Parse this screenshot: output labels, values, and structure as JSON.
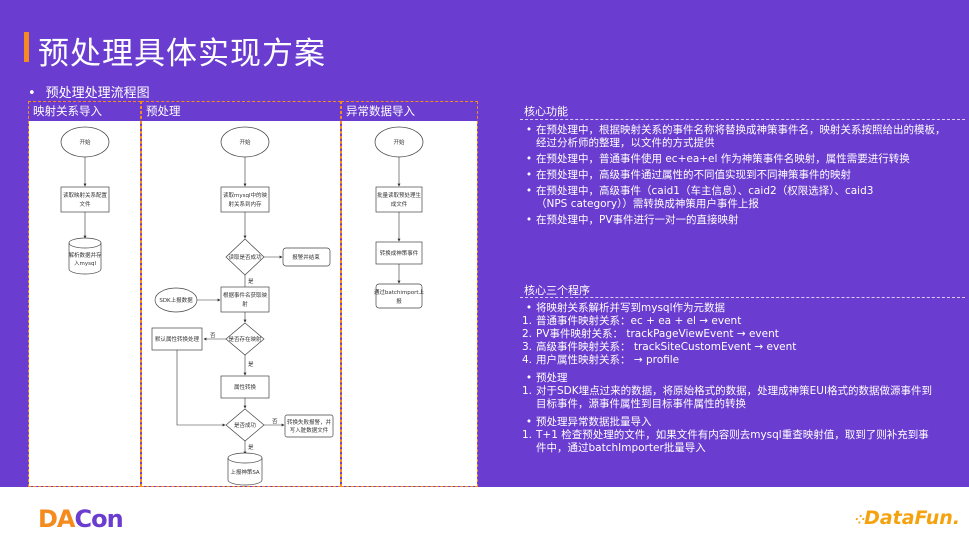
{
  "title": "预处理具体实现方案",
  "subtitle": "预处理处理流程图",
  "colors": {
    "background": "#6a3ccf",
    "accent": "#f58a1f",
    "text": "#ffffff"
  },
  "lanes": [
    {
      "label": "映射关系导入",
      "nodes": {
        "start": "开始",
        "read": [
          "读取映射关系配置",
          "文件"
        ],
        "db": [
          "解析数据并存",
          "入mysql"
        ]
      }
    },
    {
      "label": "预处理",
      "nodes": {
        "start": "开始",
        "read": [
          "读取mysql中的映",
          "射关系到内存"
        ],
        "check_read": "读取是否成功",
        "alarm_end": "报警并结束",
        "sdk": "SDK上报数据",
        "get_map": [
          "根据事件名获取映",
          "射"
        ],
        "has_map": "是否存在映射",
        "default_conv": "默认属性转换处理",
        "attr_conv": "属性转换",
        "success": "是否成功",
        "fail_alarm": [
          "转换失败报警，并",
          "写入脏数据文件"
        ],
        "report_sa": "上报神策SA",
        "yes": "是",
        "no": "否"
      }
    },
    {
      "label": "异常数据导入",
      "nodes": {
        "start": "开始",
        "batch_read": [
          "批量读取预处理生",
          "成文件"
        ],
        "convert": "转换成神策事件",
        "import": [
          "通过batchimport上",
          "报"
        ]
      }
    }
  ],
  "core_functions": {
    "heading": "核心功能",
    "items": [
      [
        "在预处理中，根据映射关系的事件名称将替换成神策事件名，映射关系按照给出的模板，",
        "经过分析师的整理，以文件的方式提供"
      ],
      [
        "在预处理中，普通事件使用 ec+ea+el 作为神策事件名映射，属性需要进行转换"
      ],
      [
        "在预处理中，高级事件通过属性的不同值实现到不同神策事件的映射"
      ],
      [
        "在预处理中，高级事件（caid1（车主信息）、caid2（权限选择）、caid3",
        "（NPS category））需转换成神策用户事件上报"
      ],
      [
        "在预处理中，PV事件进行一对一的直接映射"
      ]
    ]
  },
  "core_programs": {
    "heading": "核心三个程序",
    "groups": [
      {
        "title": "将映射关系解析并写到mysql作为元数据",
        "items": [
          [
            "1.",
            "普通事件映射关系：ec + ea + el  →   event"
          ],
          [
            "2.",
            "PV事件映射关系：  trackPageViewEvent  → event"
          ],
          [
            "3.",
            "高级事件映射关系：  trackSiteCustomEvent → event"
          ],
          [
            "4.",
            "用户属性映射关系：  → profile"
          ]
        ]
      },
      {
        "title": "预处理",
        "items": [
          [
            "1.",
            "对于SDK埋点过来的数据，将原始格式的数据，处理成神策EUI格式的数据做源事件到",
            "目标事件，源事件属性到目标事件属性的转换"
          ]
        ]
      },
      {
        "title": "预处理异常数据批量导入",
        "items": [
          [
            "1.",
            "T+1 检查预处理的文件，如果文件有内容则去mysql重查映射值，取到了则补充到事",
            "件中，通过batchImporter批量导入"
          ]
        ]
      }
    ]
  },
  "footer": {
    "left_logo_a": "DA",
    "left_logo_b": "Con",
    "right_logo": "DataFun."
  }
}
